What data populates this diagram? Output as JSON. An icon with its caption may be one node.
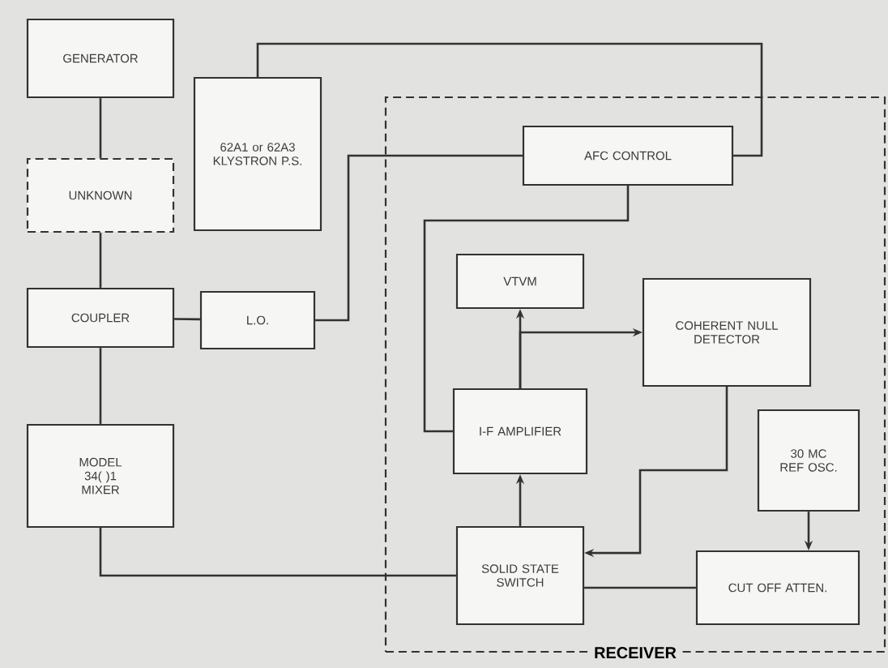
{
  "diagram": {
    "nodes": [
      {
        "text": [
          "GENERATOR"
        ]
      },
      {
        "text": [
          "62A1 or 62A3 KLYSTRON P.S."
        ]
      },
      {
        "text": [
          "RECEIVER"
        ]
      },
      {
        "text": [
          "UNKNOWN"
        ]
      },
      {
        "text": [
          "AFC CONTROL"
        ],
        "in": 2
      },
      {
        "text": [
          "COUPLER"
        ]
      },
      {
        "text": [
          "L.O."
        ]
      },
      {
        "text": [
          "VTVM"
        ],
        "in": 2
      },
      {
        "text": [
          "COHERENT NULL DETECTOR"
        ],
        "in": 2
      },
      {
        "text": [
          "I-F AMPLIFIER"
        ],
        "in": 2
      },
      {
        "text": [
          "30 MC REF OSC."
        ],
        "in": 2
      },
      {
        "text": [
          "MODEL 34( )1 MIXER"
        ]
      },
      {
        "text": [
          "SOLID STATE SWITCH"
        ],
        "in": 2
      },
      {
        "text": [
          "CUT OFF ATTEN."
        ],
        "in": 2
      }
    ],
    "edges": [
      {
        "from": 0,
        "to": 3,
        "arrow": "none"
      },
      {
        "from": 3,
        "to": 5,
        "arrow": "none"
      },
      {
        "from": 5,
        "to": 6,
        "arrow": "none"
      },
      {
        "from": 5,
        "to": 11,
        "arrow": "none"
      },
      {
        "from": 1,
        "to": 4,
        "arrow": "none"
      },
      {
        "from": 6,
        "to": 4,
        "arrow": "none"
      },
      {
        "from": 4,
        "to": 9,
        "arrow": "none"
      },
      {
        "from": 9,
        "to": 7,
        "arrow": "to"
      },
      {
        "from": 9,
        "to": 8,
        "arrow": "to"
      },
      {
        "from": 8,
        "to": 12,
        "arrow": "to"
      },
      {
        "from": 12,
        "to": 9,
        "arrow": "to"
      },
      {
        "from": 10,
        "to": 13,
        "arrow": "to"
      },
      {
        "from": 12,
        "to": 13,
        "arrow": "none"
      },
      {
        "from": 11,
        "to": 12,
        "arrow": "none"
      }
    ]
  }
}
